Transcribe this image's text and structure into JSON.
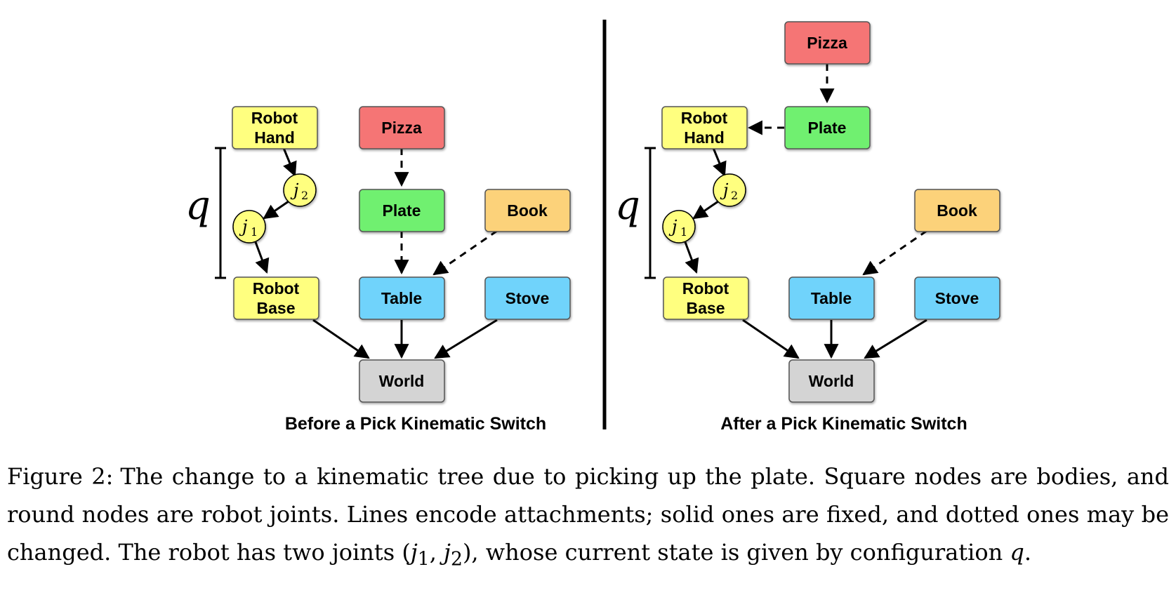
{
  "colors": {
    "robot": "#ffff7f",
    "pizza": "#f57474",
    "plate": "#6ff06f",
    "book": "#fcd27a",
    "furniture": "#6fd3fb",
    "world": "#d4d4d4"
  },
  "nodes": {
    "robot_hand_line1": "Robot",
    "robot_hand_line2": "Hand",
    "robot_base_line1": "Robot",
    "robot_base_line2": "Base",
    "pizza": "Pizza",
    "plate": "Plate",
    "book": "Book",
    "table": "Table",
    "stove": "Stove",
    "world": "World"
  },
  "joints": {
    "j1_main": "j",
    "j1_sub": "1",
    "j2_main": "j",
    "j2_sub": "2"
  },
  "config_label": "q",
  "panels": {
    "before_title": "Before a Pick Kinematic Switch",
    "after_title": "After a Pick Kinematic Switch"
  },
  "caption": {
    "label": "Figure 2:",
    "text_part1": "The change to a kinematic tree due to picking up the plate. Square nodes are bodies, and round nodes are robot joints. Lines encode attachments; solid ones are fixed, and dotted ones may be changed. The robot has two joints (",
    "j1": "j",
    "j1_sub": "1",
    "comma": ", ",
    "j2": "j",
    "j2_sub": "2",
    "text_part2": "), whose current state is given by configuration ",
    "q": "q",
    "text_end": "."
  }
}
